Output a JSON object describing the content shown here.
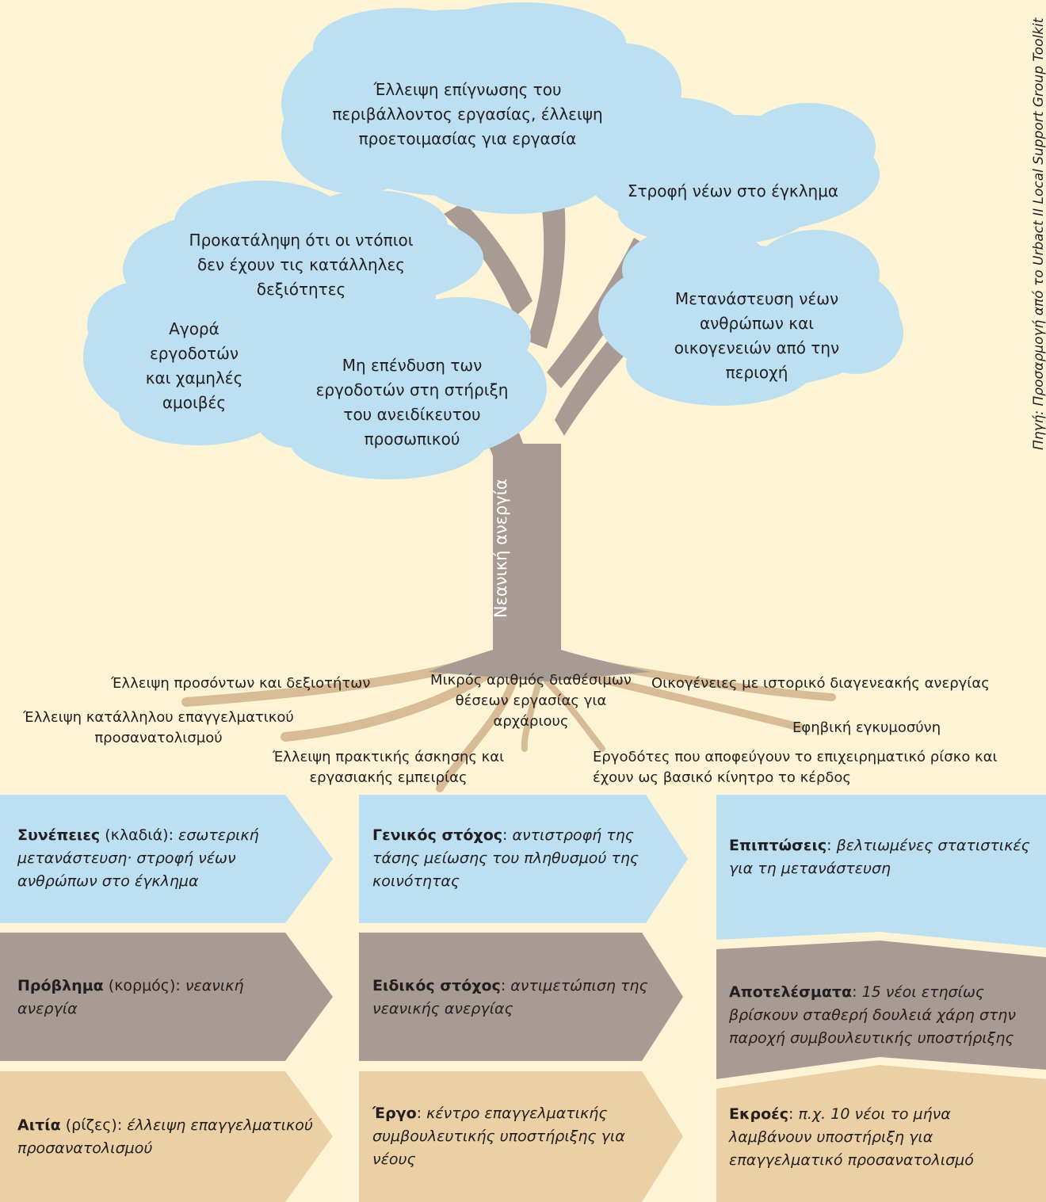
{
  "colors": {
    "background": "#fdf4d6",
    "cloud": "#bcdff1",
    "trunk": "#a89b94",
    "roots": "#d7bc96",
    "box_blue": "#bcdff1",
    "box_brown": "#a89b94",
    "box_tan": "#ebd0a5"
  },
  "tree": {
    "trunk_label": "Νεανική ανεργία",
    "clouds": {
      "top": "Έλλειψη επίγνωσης του περιβάλλοντος εργασίας, έλλειψη προετοιμασίας για εργασία",
      "crime": "Στροφή νέων στο έγκλημα",
      "prejudice": "Προκατάληψη ότι οι ντόπιοι δεν έχουν τις κατάλληλες δεξιότητες",
      "market": "Αγορά εργοδοτών και χαμηλές αμοιβές",
      "investment": "Μη επένδυση των εργοδοτών στη στήριξη του ανειδίκευτου προσωπικού",
      "migration": "Μετανάστευση νέων ανθρώπων και οικογενειών από την περιοχή"
    },
    "roots": {
      "qualifications": "Έλλειψη προσόντων και δεξιοτήτων",
      "guidance": "Έλλειψη κατάλληλου επαγγελματικού προσανατολισμού",
      "practice": "Έλλειψη πρακτικής άσκησης και εργασιακής εμπειρίας",
      "positions": "Μικρός αριθμός διαθέσιμων θέσεων εργασίας για αρχάριους",
      "families": "Οικογένειες με ιστορικό διαγενεακής ανεργίας",
      "pregnancy": "Εφηβική εγκυμοσύνη",
      "employers": "Εργοδότες που αποφεύγουν το επιχειρηματικό ρίσκο και έχουν ως βασικό κίνητρο το κέρδος"
    }
  },
  "boxes": {
    "consequences": {
      "label": "Συνέπειες",
      "note": " (κλαδιά): ",
      "text": "εσωτερική μετανάστευση· στροφή νέων ανθρώπων στο έγκλημα"
    },
    "general_goal": {
      "label": "Γενικός στόχος",
      "note": ": ",
      "text": "αντιστροφή της τάσης μείωσης του πληθυσμού της κοινότητας"
    },
    "impacts": {
      "label": "Επιπτώσεις",
      "note": ": ",
      "text": "βελτιωμένες στατιστικές για τη μετανάστευση"
    },
    "problem": {
      "label": "Πρόβλημα",
      "note": " (κορμός): ",
      "text": "νεανική ανεργία"
    },
    "specific_goal": {
      "label": "Ειδικός στόχος",
      "note": ": ",
      "text": "αντιμετώπιση της νεανικής ανεργίας"
    },
    "results": {
      "label": "Αποτελέσματα",
      "note": ": ",
      "text": "15 νέοι ετησίως βρίσκουν σταθερή δουλειά χάρη στην παροχή συμβουλευτικής υποστήριξης"
    },
    "causes": {
      "label": "Αιτία",
      "note": " (ρίζες): ",
      "text": "έλλειψη επαγγελματικού προσανατολισμού"
    },
    "project": {
      "label": "Έργο",
      "note": ": ",
      "text": "κέντρο επαγγελματικής συμβουλευτικής υποστήριξης για νέους"
    },
    "outputs": {
      "label": "Εκροές",
      "note": ": ",
      "text": "π.χ. 10 νέοι το μήνα λαμβάνουν υποστήριξη για επαγγελματικό προσανατολισμό"
    }
  },
  "source": "Πηγή: Προσαρμογή από το Urbact II Local Support Group Toolkit"
}
